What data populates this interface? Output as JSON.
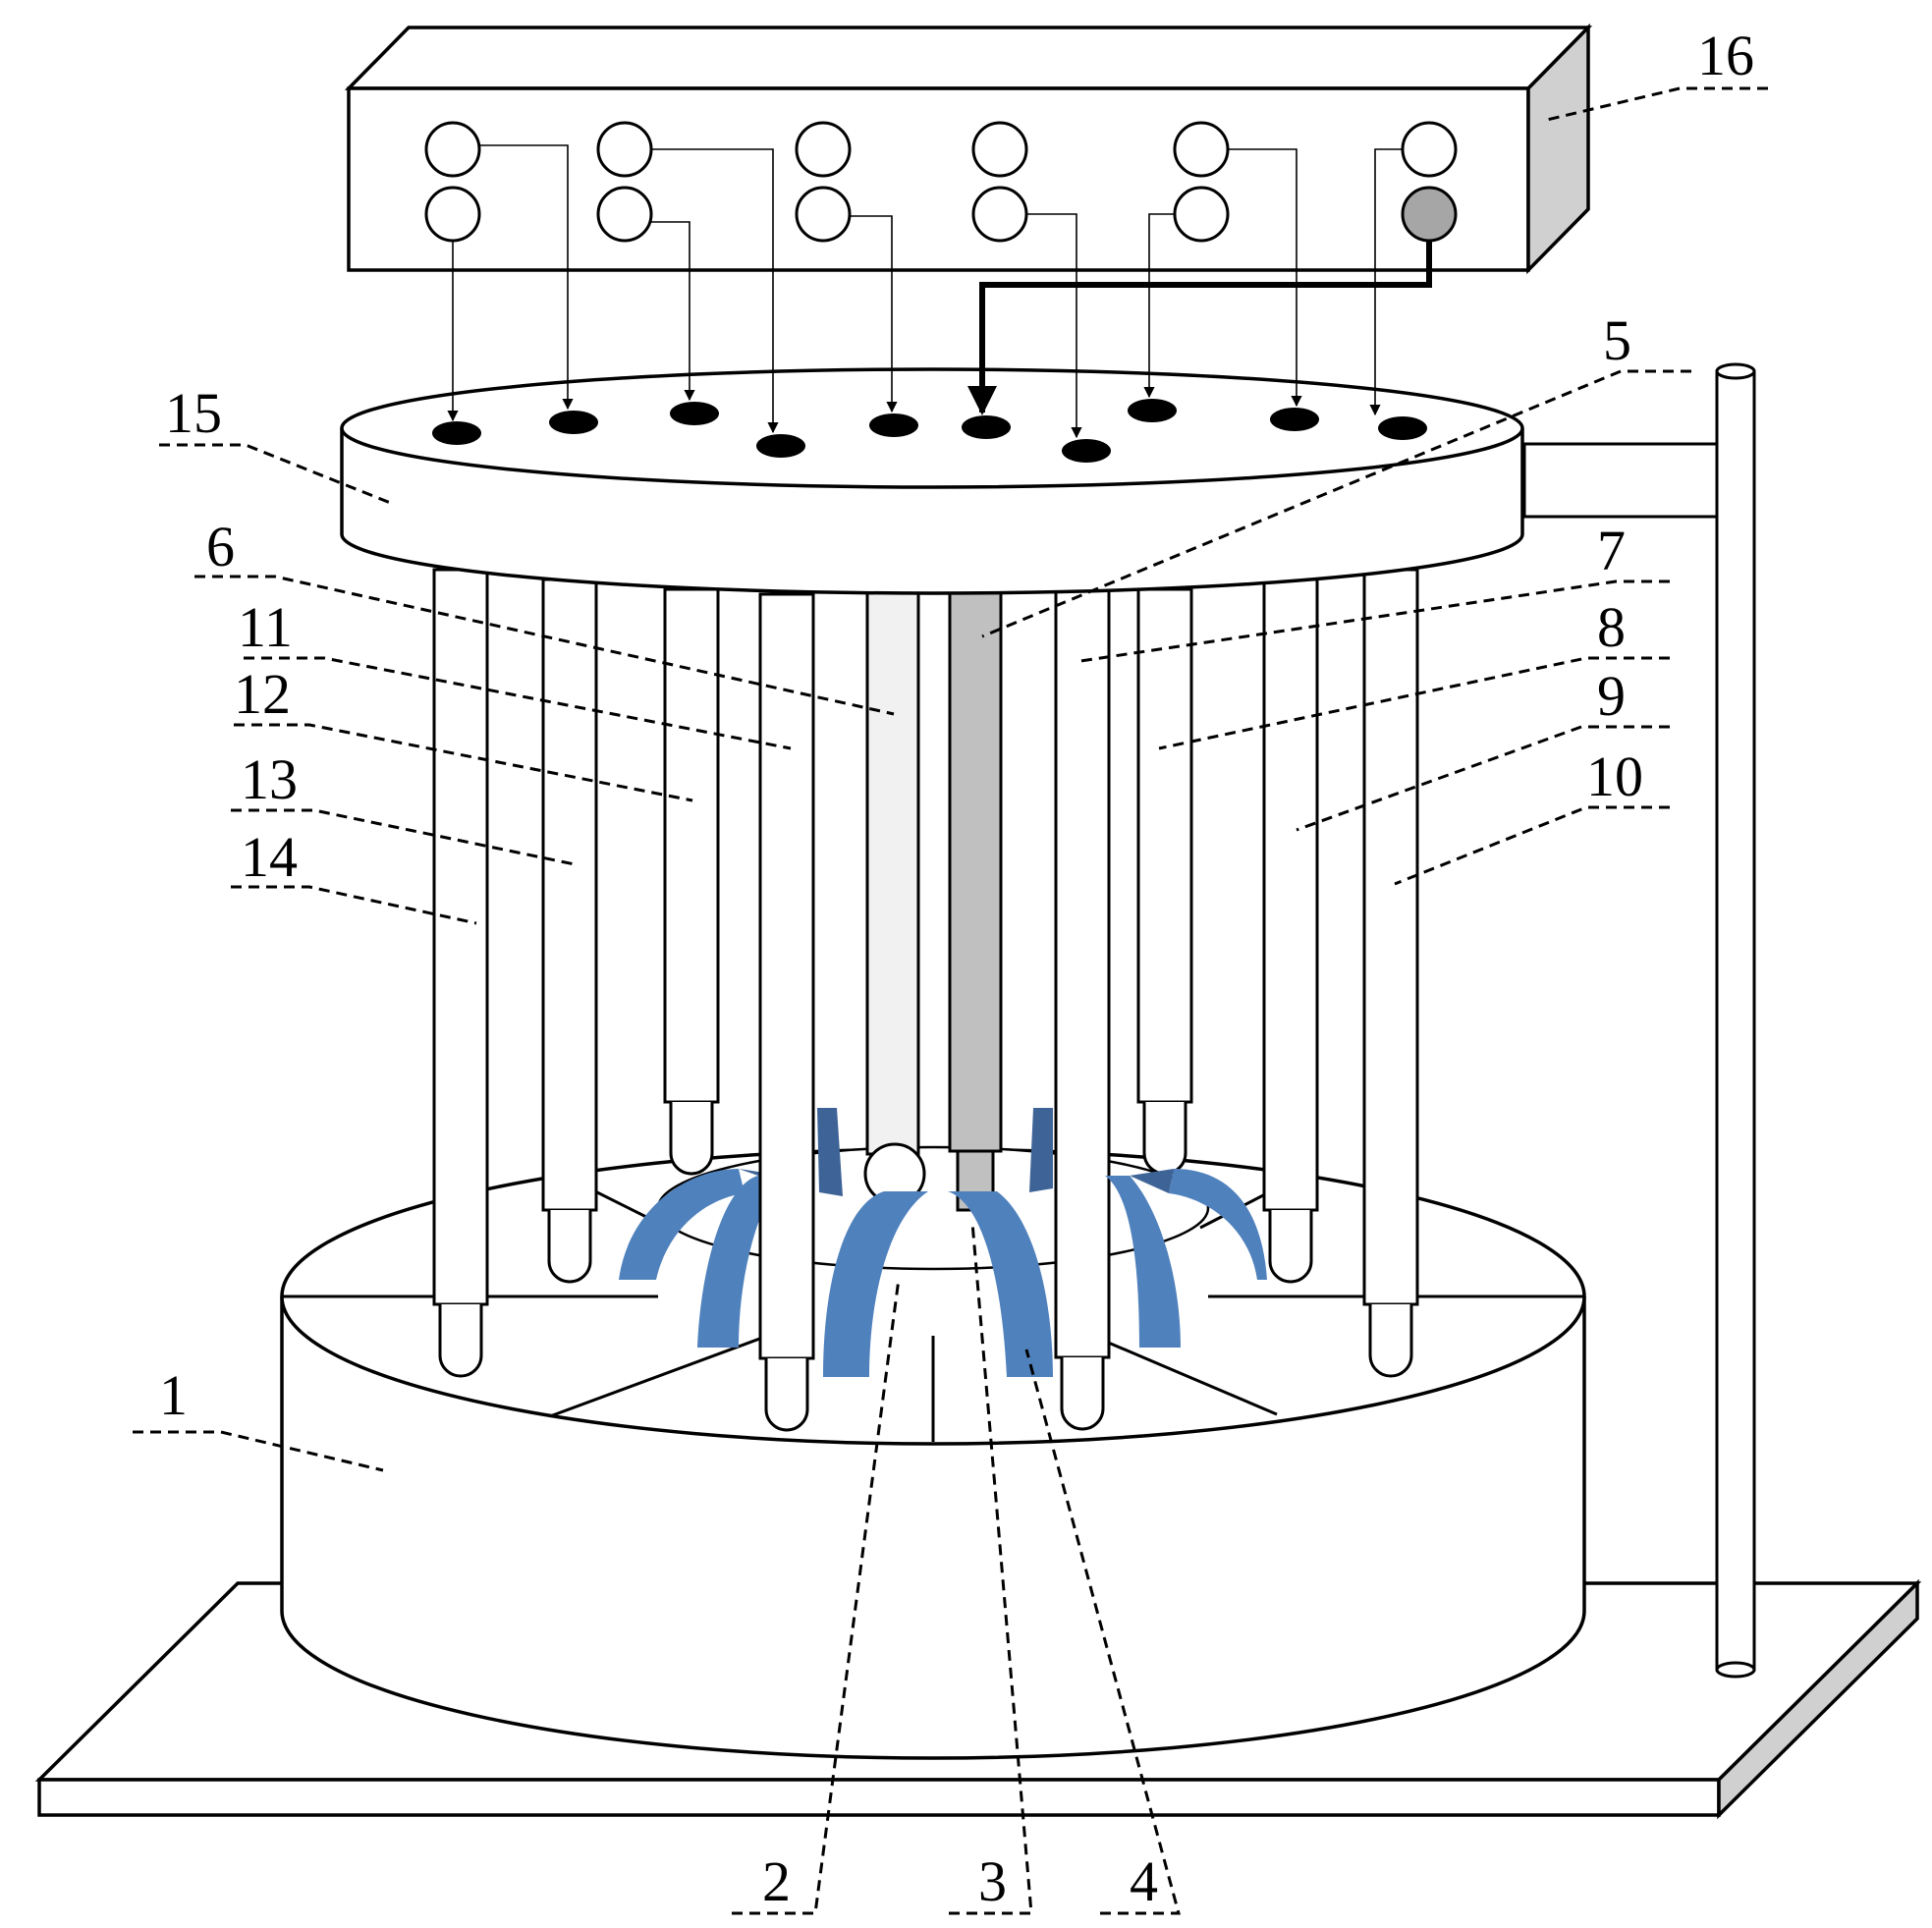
{
  "labels": {
    "n1": "1",
    "n2": "2",
    "n3": "3",
    "n4": "4",
    "n5": "5",
    "n6": "6",
    "n7": "7",
    "n8": "8",
    "n9": "9",
    "n10": "10",
    "n11": "11",
    "n12": "12",
    "n13": "13",
    "n14": "14",
    "n15": "15",
    "n16": "16"
  },
  "colors": {
    "blade": "#4f81bd",
    "blade_dark": "#3e6497",
    "shaft_gray": "#c0c0c0",
    "rod_light": "#f1f1f1",
    "box_side": "#d0d0d0",
    "port_active": "#a6a6a6",
    "contact": "#000000"
  }
}
